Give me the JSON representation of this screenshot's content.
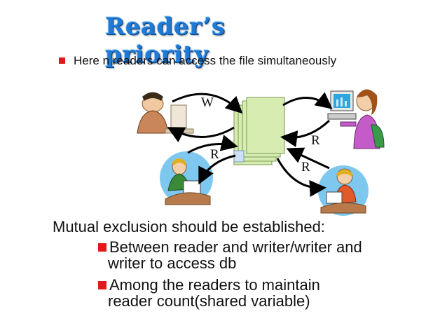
{
  "slide": {
    "title": "Reader’s priority",
    "bullet1": "Here n readers can access the file simultaneously",
    "diagram": {
      "writer_label": "W",
      "reader_label_left": "R",
      "reader_label_right_top": "R",
      "reader_label_right_bottom": "R"
    },
    "mutex_heading": "Mutual exclusion should be  established:",
    "sub_bullets": [
      {
        "line1": "Between reader and writer/writer and",
        "line2": "writer to access db"
      },
      {
        "line1": "Among the  readers to maintain",
        "line2": "reader count(shared variable)"
      }
    ]
  },
  "colors": {
    "title": "#1f7ad6",
    "bullet": "#e01a1a",
    "document": "#d6ecb0",
    "circle": "#7ec8f0"
  }
}
